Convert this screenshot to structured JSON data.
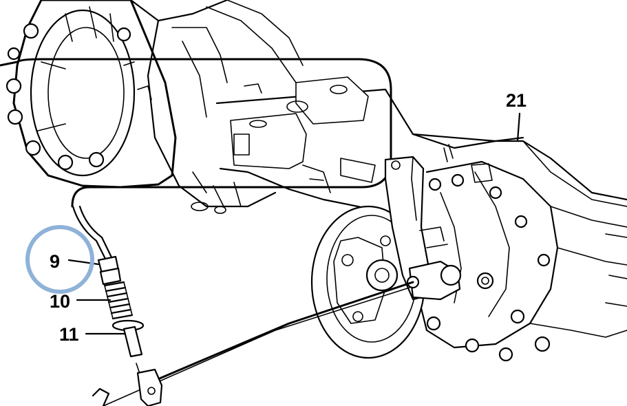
{
  "callouts": {
    "c9": "9",
    "c10": "10",
    "c11": "11",
    "c21": "21"
  },
  "highlight": {
    "target": "9",
    "color": "#8fb2d8"
  }
}
